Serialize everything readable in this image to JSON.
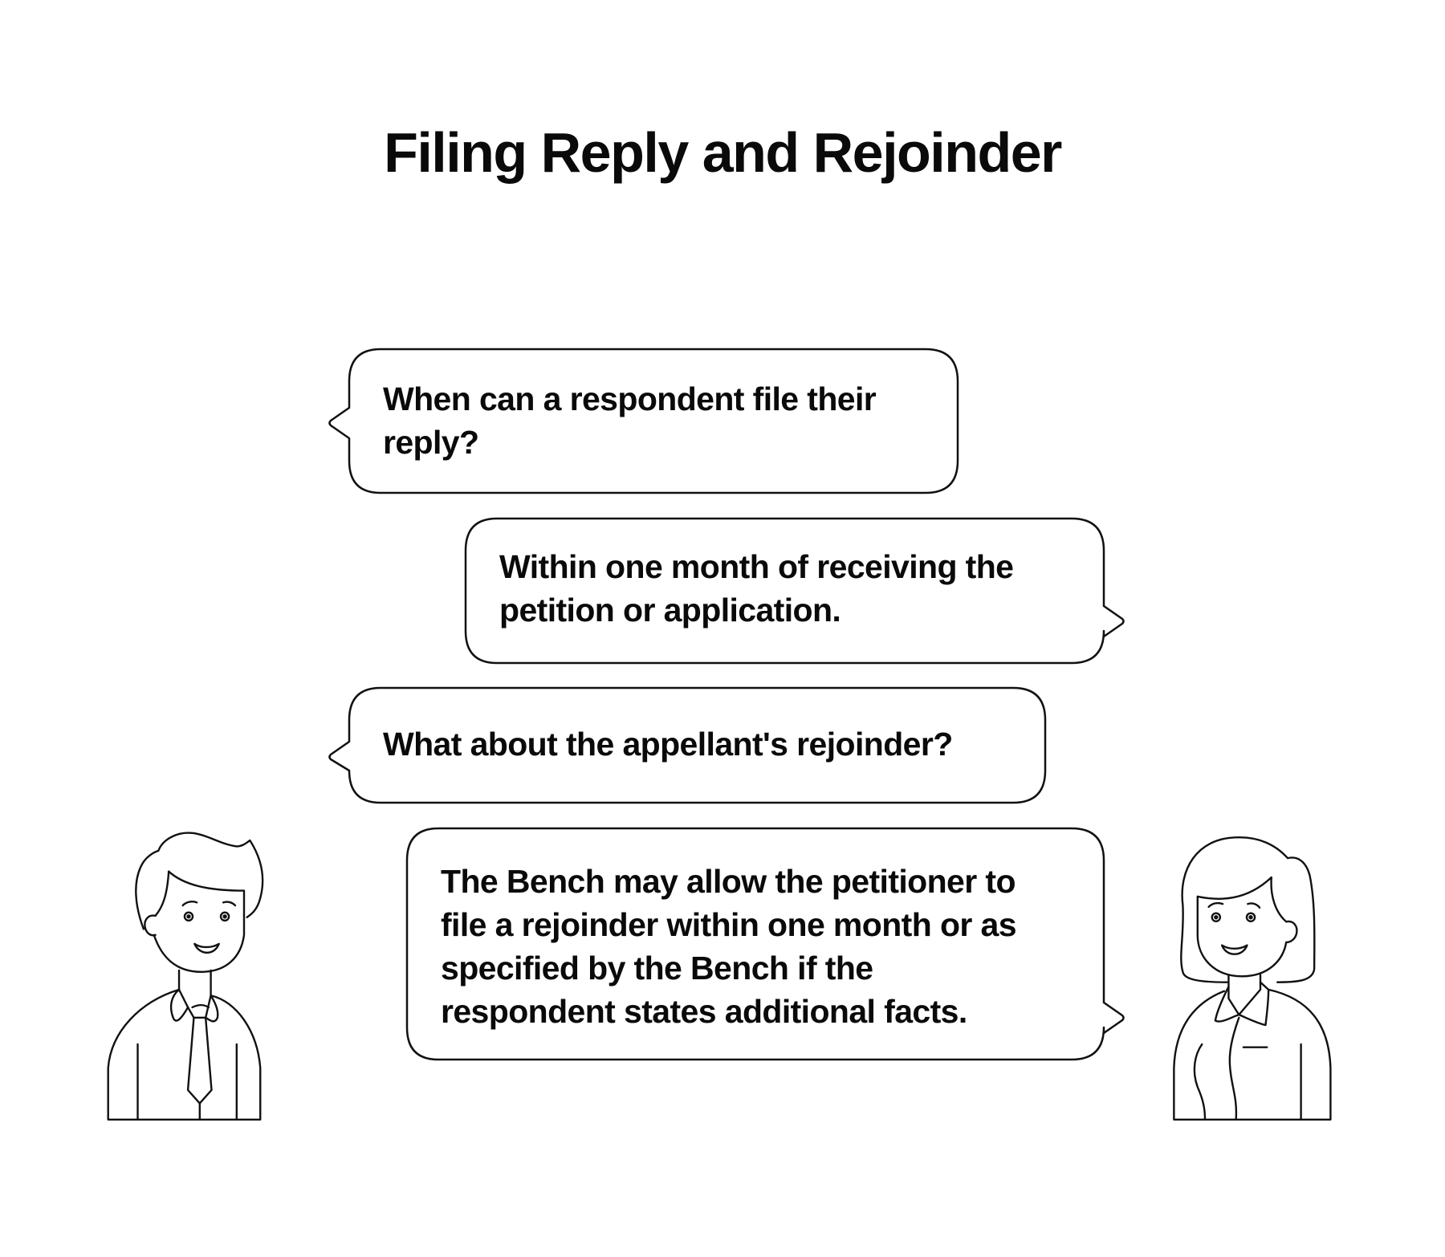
{
  "title": "Filing Reply and Rejoinder",
  "colors": {
    "stroke": "#111111",
    "background": "#ffffff",
    "text": "#0a0a0a"
  },
  "dialogue": [
    {
      "speaker": "left-person",
      "text": "When can a respondent file their reply?",
      "lines": [
        "When can a respondent file their",
        "reply?"
      ]
    },
    {
      "speaker": "right-person",
      "text": "Within one month of receiving the petition or application.",
      "lines": [
        "Within one month of receiving the",
        "petition or application."
      ]
    },
    {
      "speaker": "left-person",
      "text": "What about the appellant's rejoinder?",
      "lines": [
        "What about the appellant's rejoinder?"
      ]
    },
    {
      "speaker": "right-person",
      "text": "The Bench may allow the petitioner to file a rejoinder within one month or as specified by the Bench if the respondent states additional facts.",
      "lines": [
        "The Bench may allow the petitioner to",
        "file a rejoinder within one month or as",
        "specified by the Bench if the",
        "respondent states additional facts."
      ]
    }
  ],
  "characters": {
    "left": {
      "icon": "man-with-tie-icon"
    },
    "right": {
      "icon": "woman-with-collar-icon"
    }
  }
}
